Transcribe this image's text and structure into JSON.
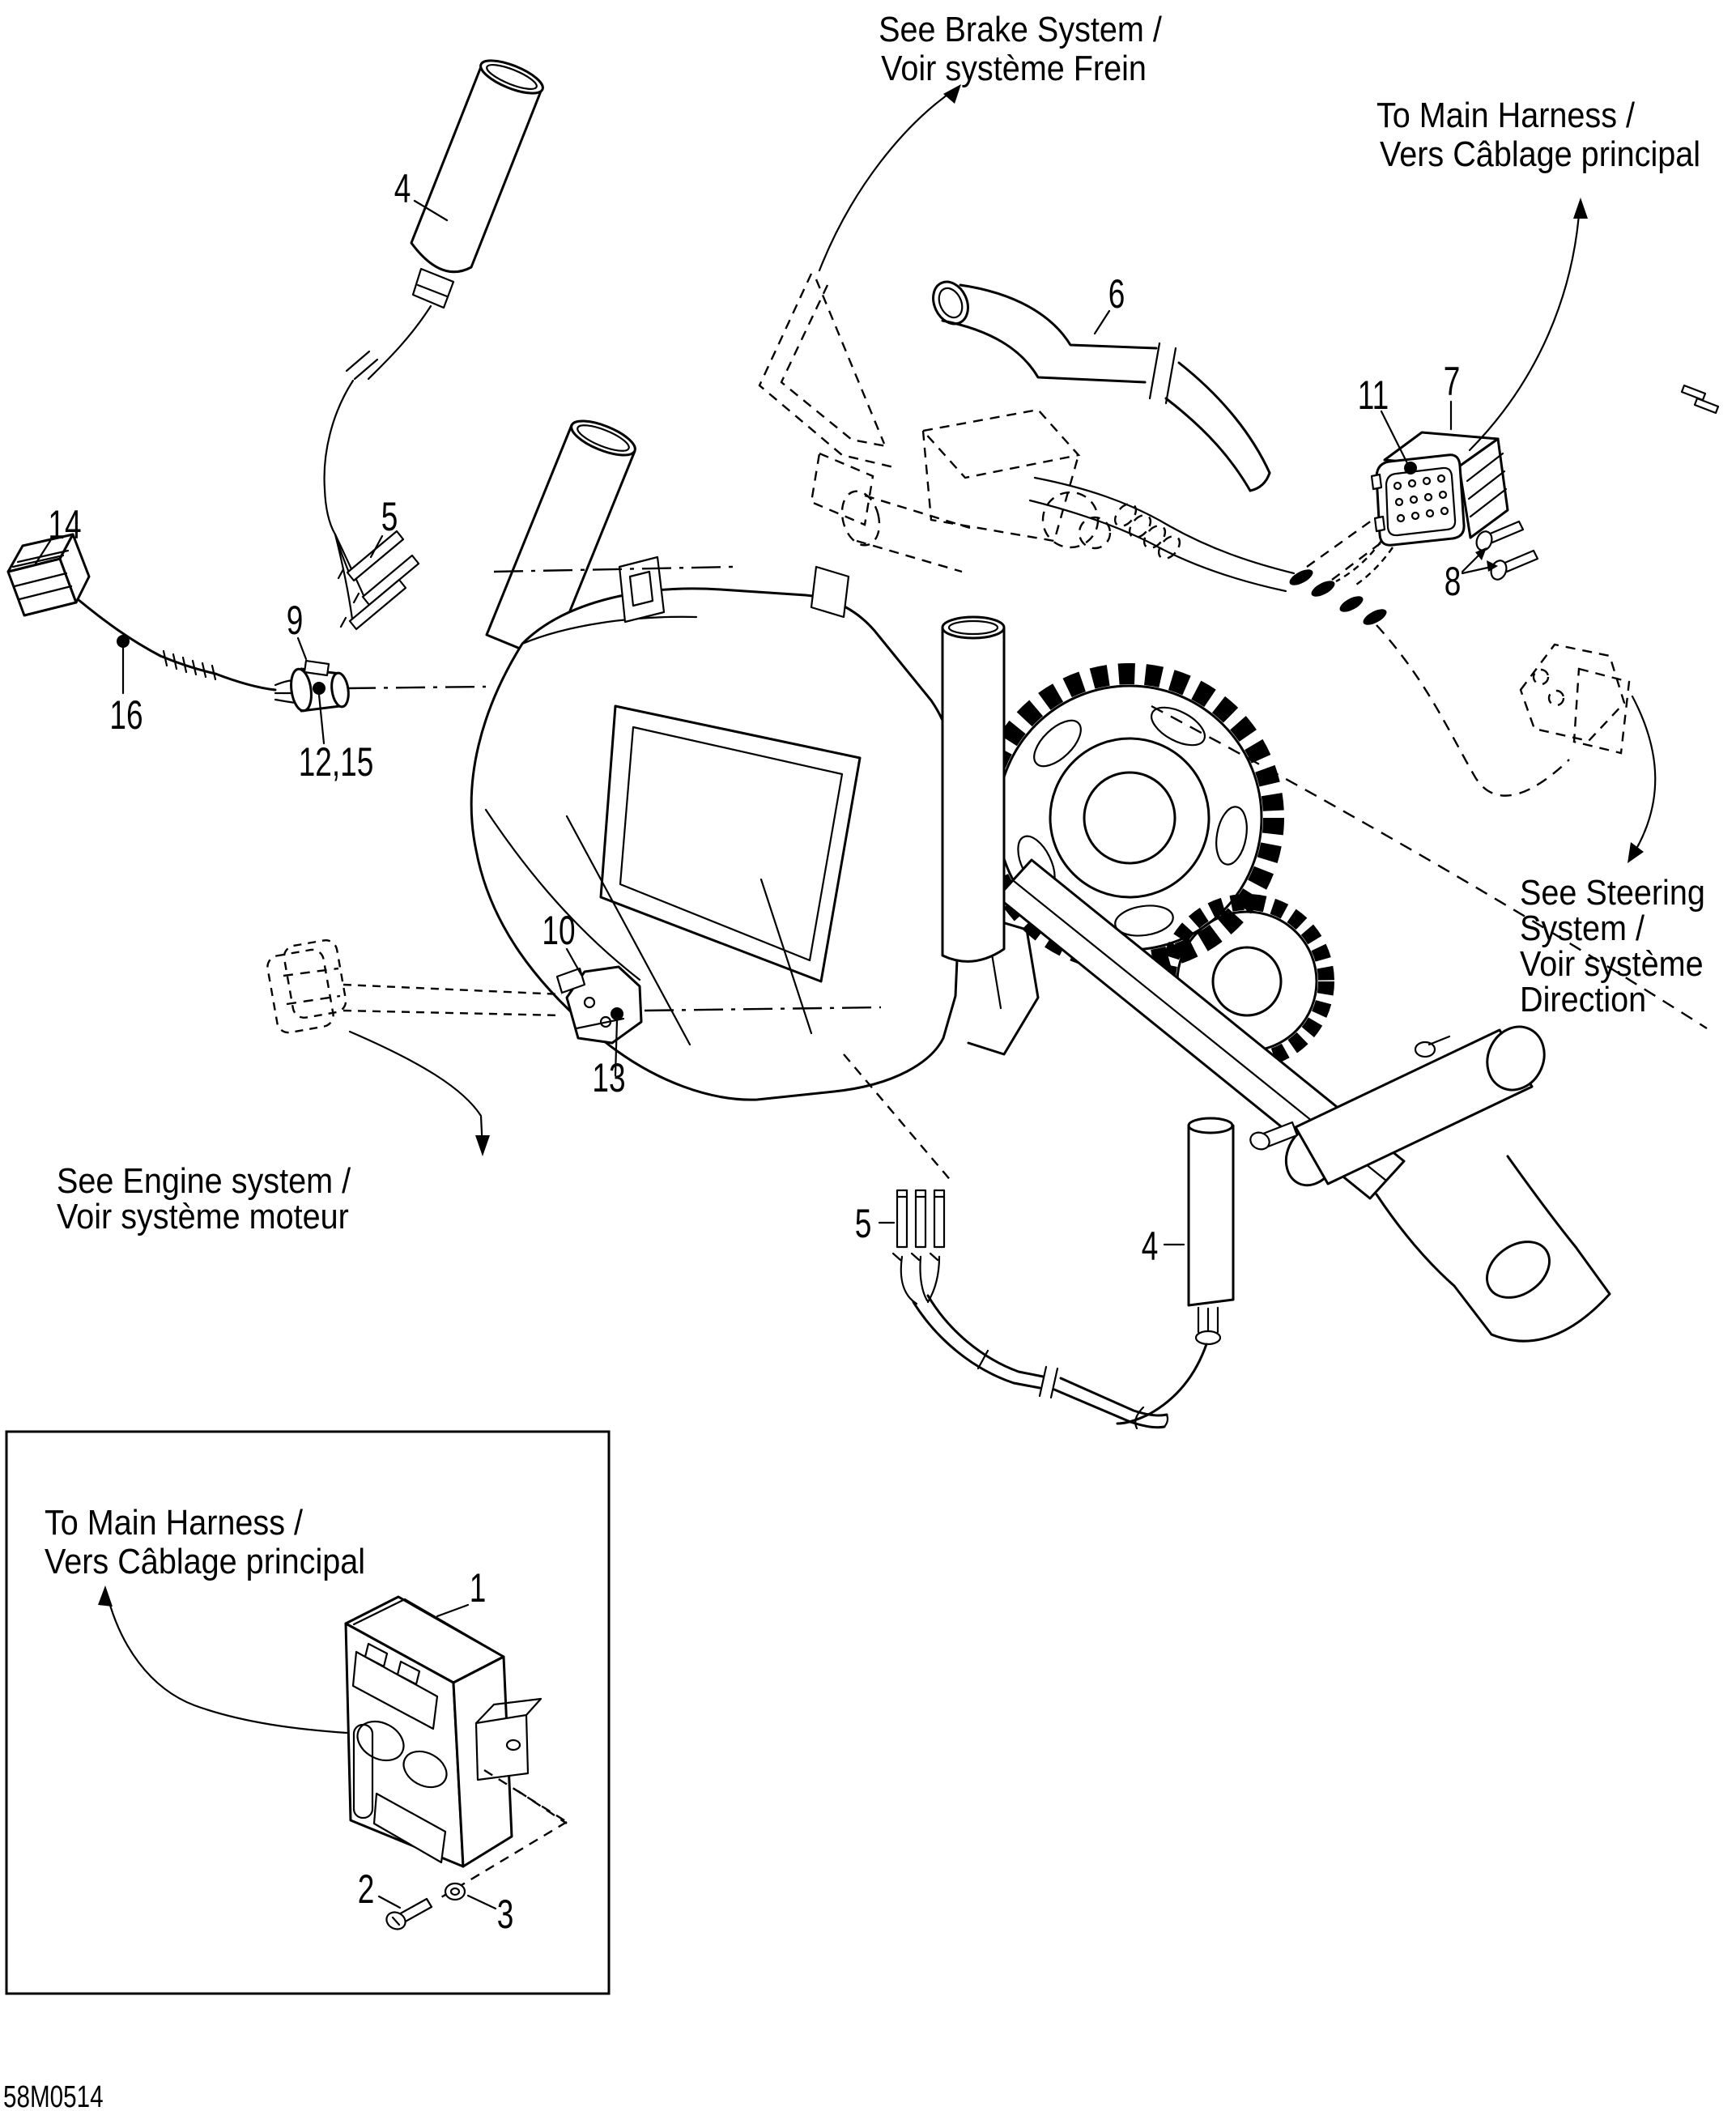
{
  "page": {
    "background": "#ffffff",
    "ink": "#000000",
    "part_code": "58M0514"
  },
  "notes": {
    "brake": {
      "line1": "See Brake System /",
      "line2": "Voir système Frein"
    },
    "main_harness_top": {
      "line1": "To Main Harness /",
      "line2": "Vers Câblage principal"
    },
    "steering": {
      "line1": "See Steering",
      "line2": "System /",
      "line3": "Voir système",
      "line4": "Direction"
    },
    "engine": {
      "line1": "See Engine system /",
      "line2": "Voir système moteur"
    },
    "main_harness_inset": {
      "line1": "To Main Harness /",
      "line2": "Vers Câblage principal"
    }
  },
  "callouts": {
    "c1": "1",
    "c2": "2",
    "c3": "3",
    "c4_top": "4",
    "c4_bottom": "4",
    "c5_top": "5",
    "c5_bottom": "5",
    "c6": "6",
    "c7": "7",
    "c8": "8",
    "c9": "9",
    "c10": "10",
    "c11": "11",
    "c12_15": "12,15",
    "c13": "13",
    "c14": "14",
    "c16": "16"
  }
}
